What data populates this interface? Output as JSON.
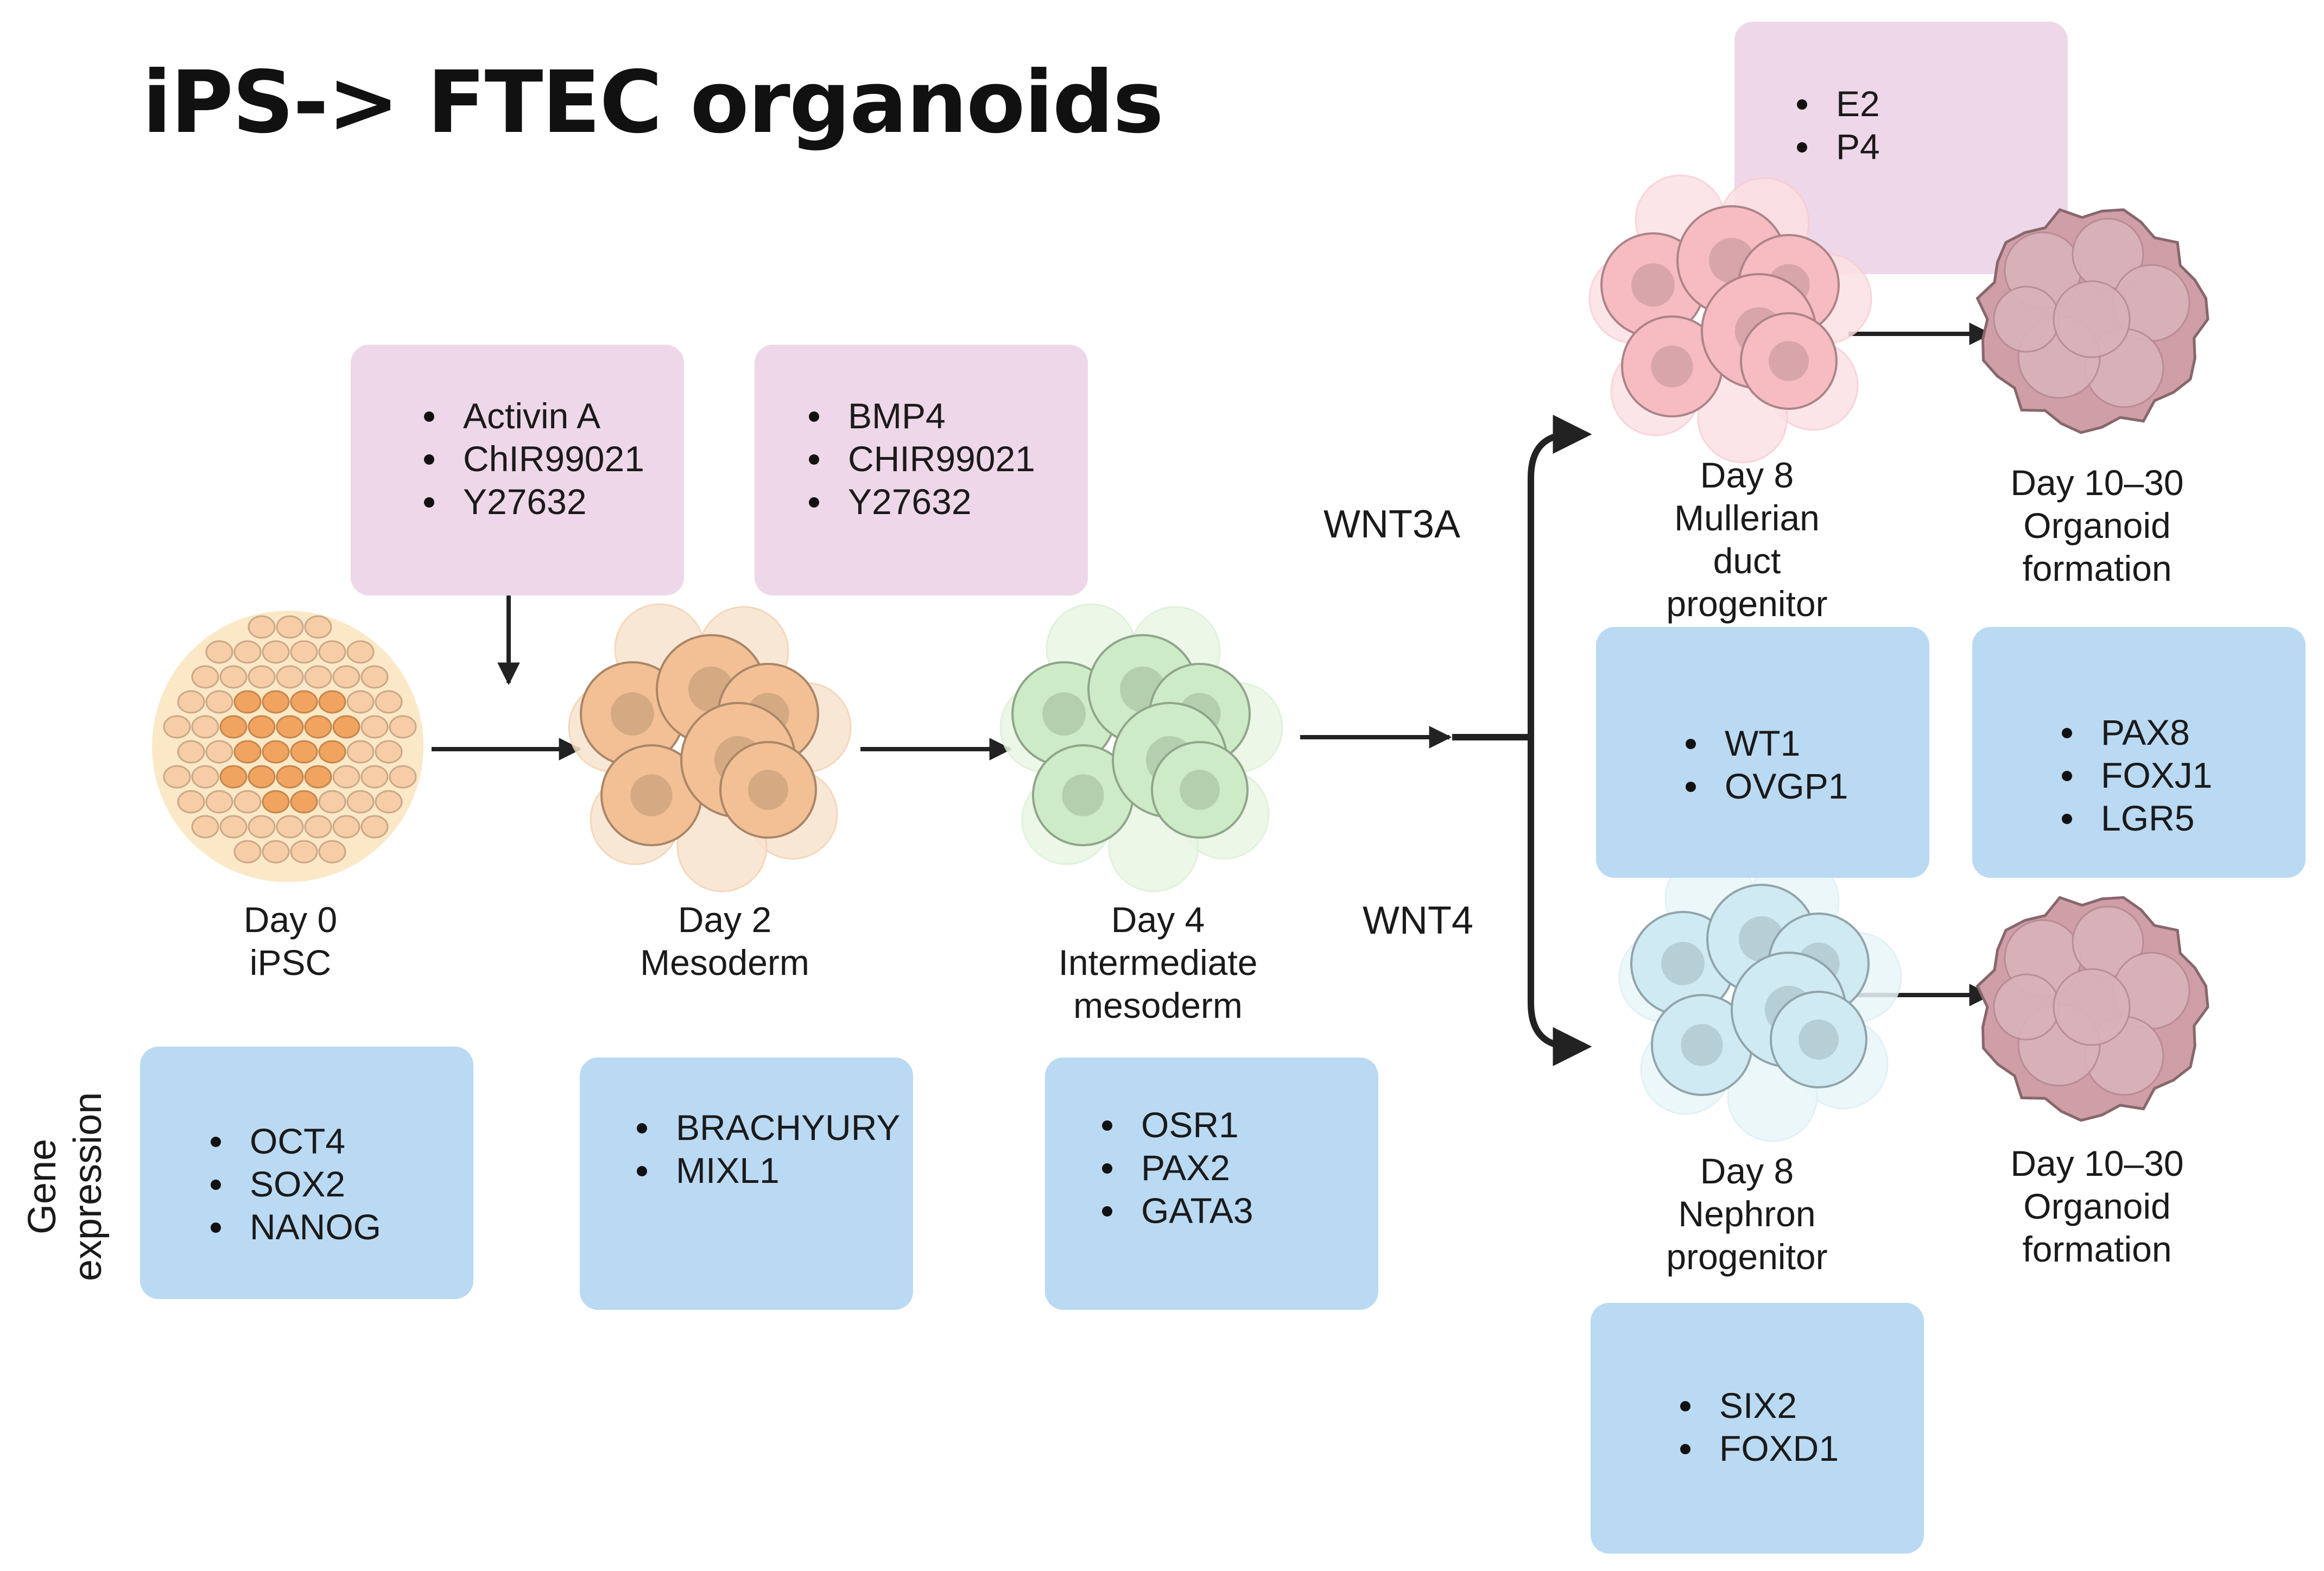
{
  "title": "iPS-> FTEC organoids",
  "side_label": [
    "Gene",
    "expression"
  ],
  "media_boxes": {
    "stage1": [
      "Activin A",
      "ChIR99021",
      "Y27632"
    ],
    "stage2": [
      "BMP4",
      "CHIR99021",
      "Y27632"
    ],
    "mullerian_hormones": [
      "E2",
      "P4"
    ]
  },
  "stages": {
    "day0": [
      "Day 0",
      "iPSC"
    ],
    "day2": [
      "Day 2",
      "Mesoderm"
    ],
    "day4": [
      "Day 4",
      "Intermediate",
      "mesoderm"
    ],
    "mullerian": [
      "Day 8",
      "Mullerian",
      "duct",
      "progenitor"
    ],
    "mullerian_organoid": [
      "Day 10–30",
      "Organoid",
      "formation"
    ],
    "nephron": [
      "Day 8",
      "Nephron",
      "progenitor"
    ],
    "nephron_organoid": [
      "Day 10–30",
      "Organoid",
      "formation"
    ]
  },
  "branches": {
    "upper": "WNT3A",
    "lower": "WNT4"
  },
  "gene_boxes": {
    "day0": [
      "OCT4",
      "SOX2",
      "NANOG"
    ],
    "day2": [
      "BRACHYURY",
      "MIXL1"
    ],
    "day4": [
      "OSR1",
      "PAX2",
      "GATA3"
    ],
    "mullerian": [
      "WT1",
      "OVGP1"
    ],
    "organoid": [
      "PAX8",
      "FOXJ1",
      "LGR5"
    ],
    "nephron": [
      "SIX2",
      "FOXD1"
    ]
  },
  "colors": {
    "media_box": "#eed7e8",
    "gene_box": "#bad9f3",
    "ipsc_cell": "#f6cda6",
    "mesoderm_cell": "#f2c094",
    "intermediate_cell": "#cdebc6",
    "mullerian_cell": "#f6bcc2",
    "nephron_cell": "#cfeaf3",
    "organoid": "#cf9ea6"
  },
  "icons": [
    "cell-cluster-icon",
    "organoid-icon",
    "arrow-icon"
  ]
}
